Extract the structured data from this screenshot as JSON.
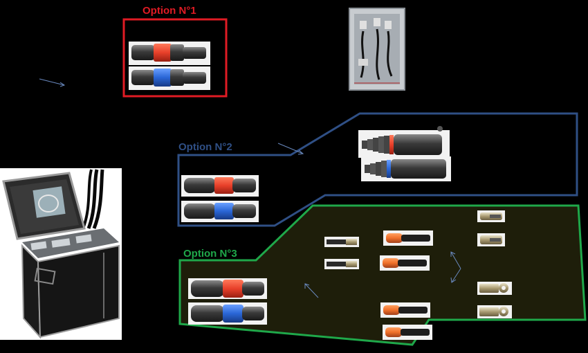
{
  "options": [
    {
      "id": "option-1",
      "label": "Option N°1",
      "color": "#e01b24"
    },
    {
      "id": "option-2",
      "label": "Option N°2",
      "color": "#2f4f85"
    },
    {
      "id": "option-3",
      "label": "Option N°3",
      "color": "#1fa84a"
    }
  ],
  "connector_colors": {
    "red": "#e8402a",
    "blue": "#2a66d6",
    "body": "#4a4a4a",
    "orange": "#f0702a"
  },
  "background": "#000000",
  "option3_fill": "#1e1e0a"
}
